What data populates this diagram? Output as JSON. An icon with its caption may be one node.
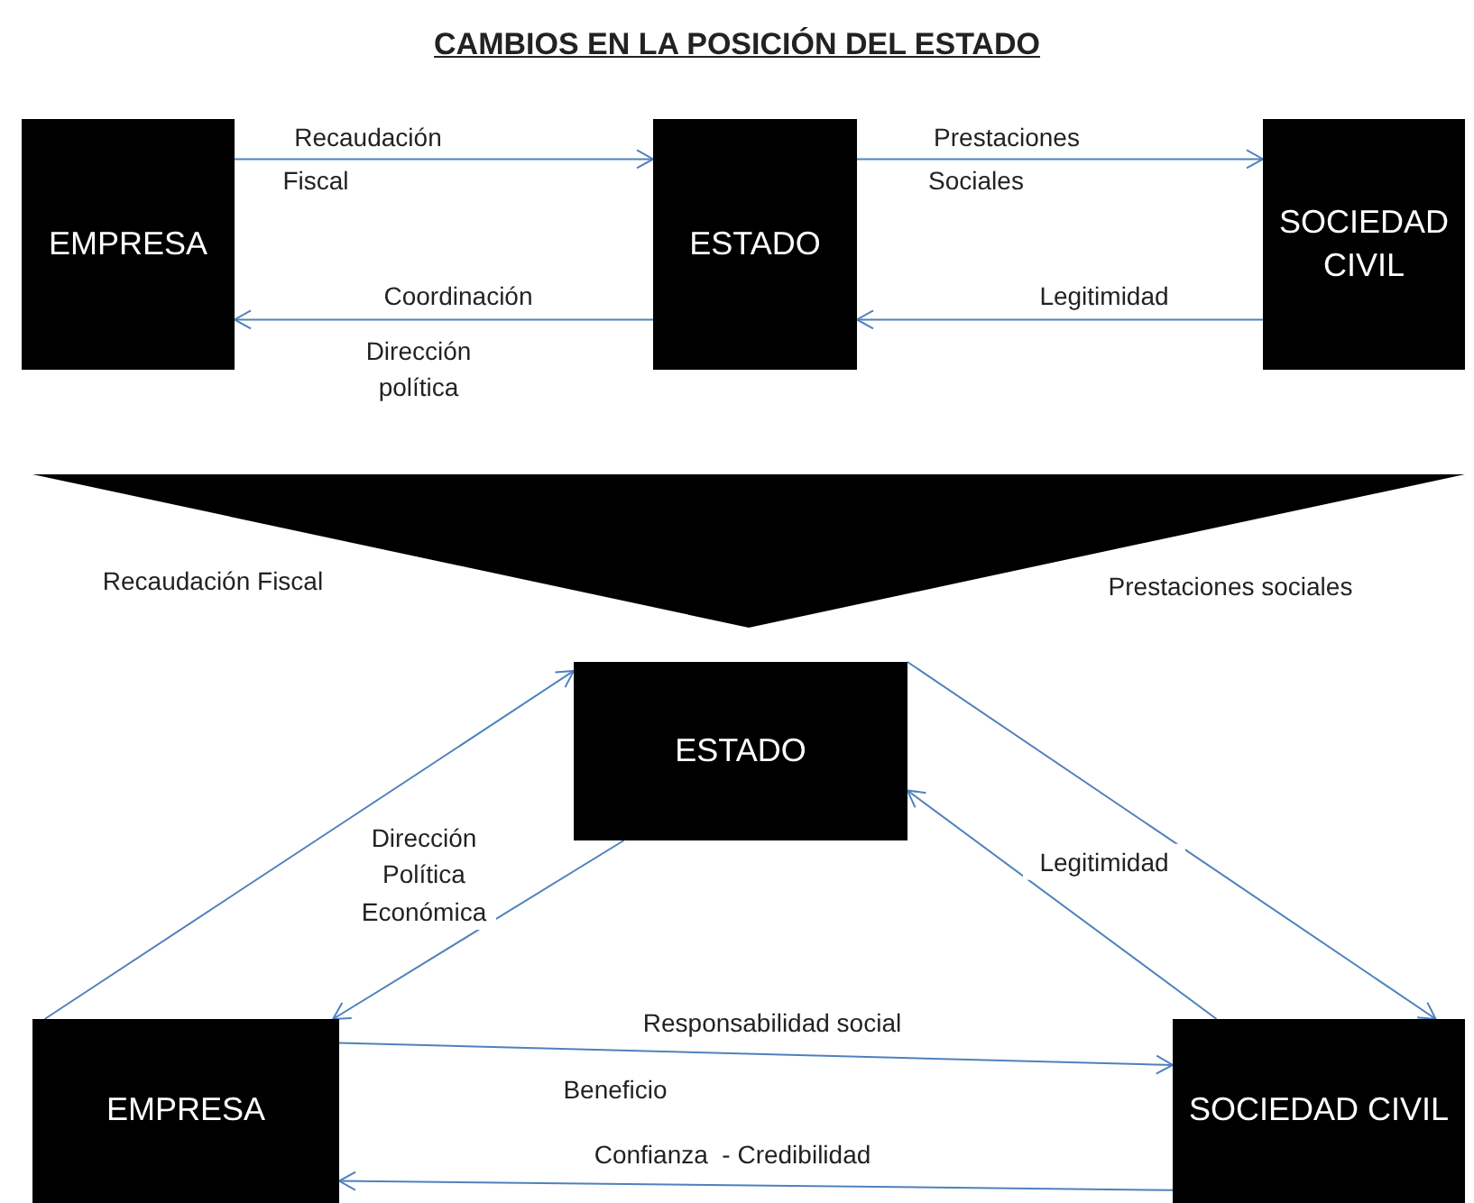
{
  "diagram": {
    "title": "CAMBIOS EN LA POSICIÓN DEL ESTADO",
    "nodes": [
      {
        "text": [
          "EMPRESA"
        ]
      },
      {
        "text": [
          "ESTADO"
        ]
      },
      {
        "text": [
          "SOCIEDAD CIVIL"
        ]
      },
      {
        "text": [
          "ESTADO"
        ]
      },
      {
        "text": [
          "EMPRESA"
        ]
      },
      {
        "text": [
          "SOCIEDAD CIVIL"
        ]
      }
    ],
    "edges": [
      {
        "from": 0,
        "to": 1,
        "arrow": "to",
        "label": "Recaudación"
      },
      {
        "from": 1,
        "to": 0,
        "arrow": "to",
        "label": "Coordinación"
      },
      {
        "from": 1,
        "to": 2,
        "arrow": "to",
        "label": "Prestaciones"
      },
      {
        "from": 2,
        "to": 1,
        "arrow": "to",
        "label": "Legitimidad"
      },
      {
        "from": 4,
        "to": 3,
        "arrow": "to"
      },
      {
        "from": 3,
        "to": 4,
        "arrow": "to",
        "label": "Dirección Política Económica"
      },
      {
        "from": 3,
        "to": 5,
        "arrow": "to"
      },
      {
        "from": 5,
        "to": 3,
        "arrow": "to",
        "label": "Legitimidad"
      },
      {
        "from": 4,
        "to": 5,
        "arrow": "to",
        "label": "Responsabilidad social"
      },
      {
        "from": 5,
        "to": 4,
        "arrow": "to",
        "label": "Confianza  - Credibilidad"
      }
    ],
    "labels": [
      "Fiscal",
      "Sociales",
      "Dirección política",
      "Recaudación Fiscal",
      "Prestaciones sociales",
      "Beneficio"
    ]
  }
}
